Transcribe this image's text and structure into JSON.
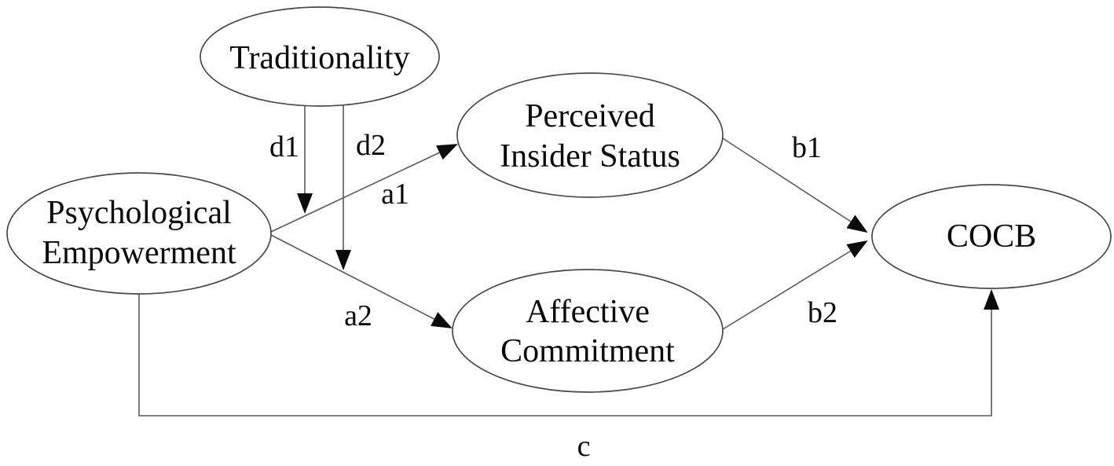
{
  "figure": {
    "type": "mediation-path-model",
    "background_color": "#ffffff",
    "ellipse_stroke_color": "#4a4a4a",
    "line_color": "#5a5a5a",
    "arrowhead_color": "#0b0b0b",
    "text_color": "#0a0a0a"
  },
  "nodes": {
    "traditionality": {
      "line1": "Traditionality"
    },
    "psychological_empowerment": {
      "line1": "Psychological",
      "line2": "Empowerment"
    },
    "perceived_insider_status": {
      "line1": "Perceived",
      "line2": "Insider Status"
    },
    "affective_commitment": {
      "line1": "Affective",
      "line2": "Commitment"
    },
    "cocb": {
      "line1": "COCB"
    }
  },
  "edges": {
    "d1": {
      "label": "d1",
      "from": "traditionality",
      "to": "path-a1"
    },
    "d2": {
      "label": "d2",
      "from": "traditionality",
      "to": "path-a2"
    },
    "a1": {
      "label": "a1",
      "from": "psychological_empowerment",
      "to": "perceived_insider_status"
    },
    "a2": {
      "label": "a2",
      "from": "psychological_empowerment",
      "to": "affective_commitment"
    },
    "b1": {
      "label": "b1",
      "from": "perceived_insider_status",
      "to": "cocb"
    },
    "b2": {
      "label": "b2",
      "from": "affective_commitment",
      "to": "cocb"
    },
    "c": {
      "label": "c",
      "from": "psychological_empowerment",
      "to": "cocb"
    }
  }
}
